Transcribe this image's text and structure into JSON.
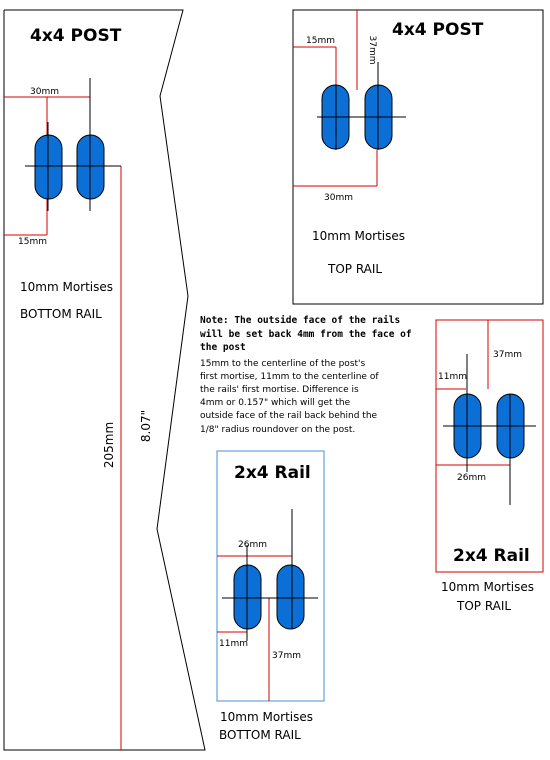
{
  "colors": {
    "mortise_fill": "#0b6fd6",
    "dimension_line": "#d40000",
    "outline": "#000000",
    "rail_outline": "#4a90d9"
  },
  "post_bottom": {
    "title": "4x4 POST",
    "dim_30": "30mm",
    "dim_15": "15mm",
    "caption_mortises": "10mm Mortises",
    "caption_rail": "BOTTOM RAIL",
    "dim_205": "205mm",
    "dim_807": "8.07\""
  },
  "post_top": {
    "title": "4x4 POST",
    "dim_15": "15mm",
    "dim_37": "37mm",
    "dim_30": "30mm",
    "caption_mortises": "10mm Mortises",
    "caption_rail": "TOP RAIL"
  },
  "note": {
    "bold_lines": [
      "Note: The outside face of the rails",
      "will be set back 4mm from the face of",
      "the post"
    ],
    "lines": [
      "15mm to the centerline of the post's",
      "first mortise, 11mm to the centerline of",
      "the rails' first mortise.  Difference is",
      "4mm or 0.157\" which will get the",
      "outside face of the rail back behind the",
      "1/8\" radius roundover on the post."
    ]
  },
  "rail_top": {
    "dim_11": "11mm",
    "dim_37": "37mm",
    "dim_26": "26mm",
    "title": "2x4 Rail",
    "caption_mortises": "10mm Mortises",
    "caption_rail": "TOP RAIL"
  },
  "rail_bottom": {
    "title": "2x4 Rail",
    "dim_26": "26mm",
    "dim_11": "11mm",
    "dim_37": "37mm",
    "caption_mortises": "10mm Mortises",
    "caption_rail": "BOTTOM RAIL"
  }
}
